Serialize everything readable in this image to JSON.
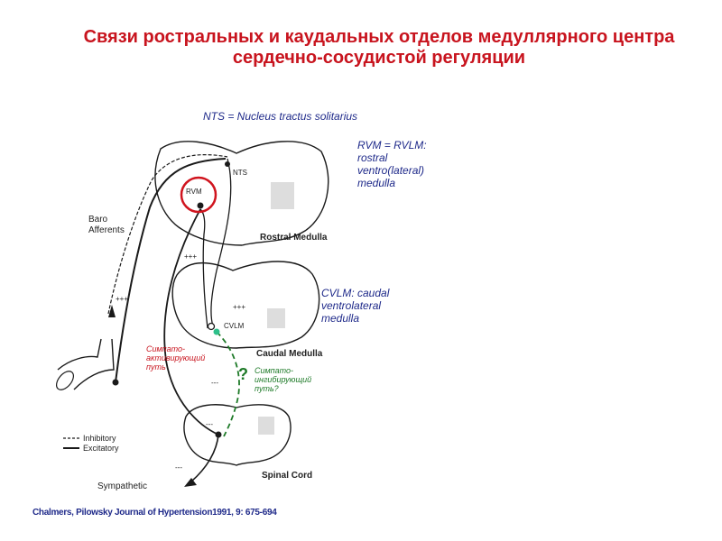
{
  "title": "Связи ростральных и каудальных отделов медуллярного центра сердечно-сосудистой регуляции",
  "nts_definition": "NTS = Nucleus tractus solitarius",
  "rvm_definition": [
    "RVM = RVLM:",
    "rostral",
    "ventro(lateral)",
    "medulla"
  ],
  "cvlm_definition": [
    "CVLM: caudal",
    "ventrolateral",
    "medulla"
  ],
  "sympatho_activating": [
    "Симпато-",
    "активирующий",
    "путь"
  ],
  "sympatho_inhibiting": [
    "Симпато-",
    "ингибирующий",
    "путь?"
  ],
  "question_mark": "?",
  "diagram_labels": {
    "nts": "NTS",
    "rvm": "RVM",
    "rostral_medulla": "Rostral Medulla",
    "cvlm": "CVLM",
    "caudal_medulla": "Caudal Medulla",
    "spinal_cord": "Spinal Cord",
    "baro_afferents": [
      "Baro",
      "Afferents"
    ],
    "sympathetic": "Sympathetic",
    "legend_inhibitory": "Inhibitory",
    "legend_excitatory": "Excitatory",
    "sign_plus_afferent": "+++",
    "sign_plus_rostral": "+++",
    "sign_plus_cvlm": "+++",
    "sign_minus_cvlm": "---",
    "sign_minus_spinal": "---",
    "sign_minus_sympathetic": "---"
  },
  "citation": "Chalmers, Pilowsky Journal of Hypertension1991, 9: 675-694",
  "colors": {
    "title": "#c8141e",
    "definitions": "#1f2a8a",
    "activating": "#c8141e",
    "inhibiting": "#1e7a28",
    "highlight_circle": "#d0141e",
    "dashed_path": "#1e7a28",
    "ink": "#1a1a1a"
  }
}
